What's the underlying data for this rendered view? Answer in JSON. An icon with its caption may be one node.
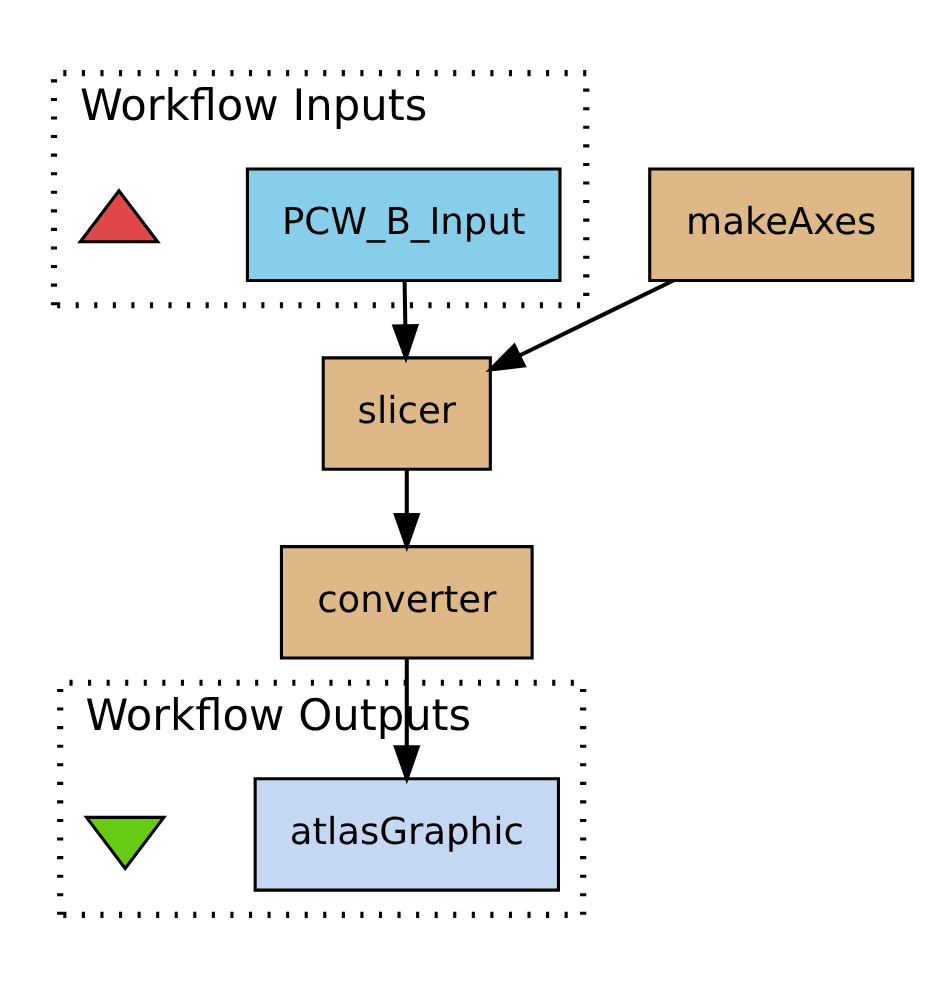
{
  "diagram": {
    "nodes": [
      {
        "text": [
          "Workflow Inputs"
        ]
      },
      {
        "text": [
          "PCW_B_Input"
        ],
        "in": 0
      },
      {
        "text": [],
        "shape": "triangle",
        "in": 0
      },
      {
        "text": [
          "makeAxes"
        ]
      },
      {
        "text": [
          "slicer"
        ]
      },
      {
        "text": [
          "converter"
        ]
      },
      {
        "text": [
          "Workflow Outputs"
        ]
      },
      {
        "text": [
          "atlasGraphic"
        ],
        "in": 6
      },
      {
        "text": [],
        "shape": "triangle",
        "in": 6
      }
    ],
    "edges": [
      {
        "from": 3,
        "to": 4,
        "arrow": "to"
      },
      {
        "from": 1,
        "to": 4,
        "arrow": "to"
      },
      {
        "from": 4,
        "to": 5,
        "arrow": "to"
      },
      {
        "from": 5,
        "to": 7,
        "arrow": "to"
      }
    ]
  }
}
